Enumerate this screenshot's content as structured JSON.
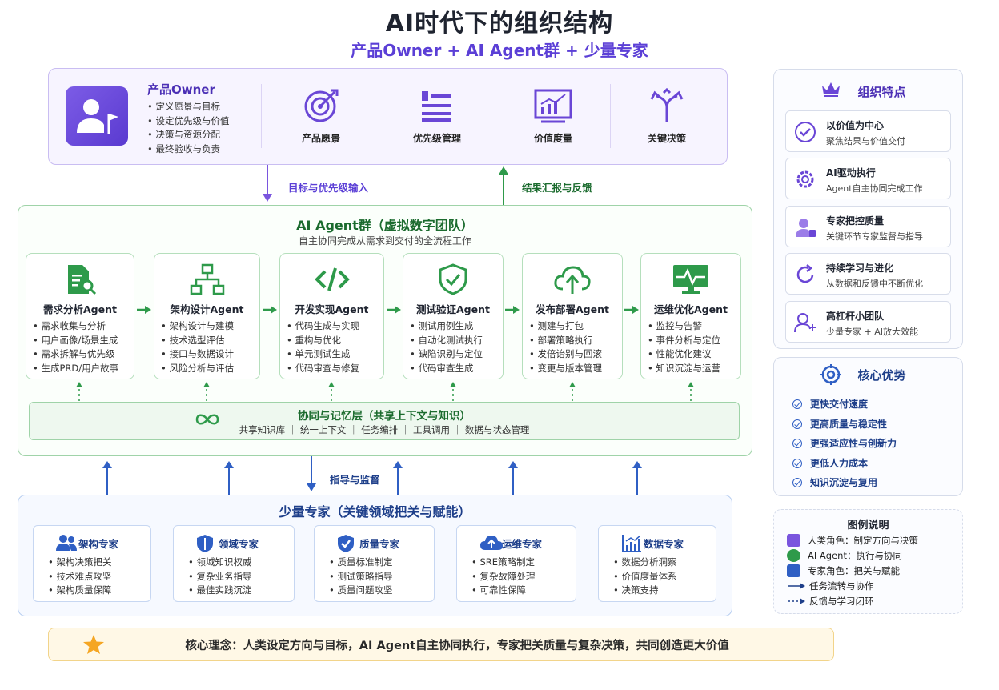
{
  "header": {
    "title": "AI时代下的组织结构",
    "subtitle": "产品Owner + AI Agent群 + 少量专家"
  },
  "owner": {
    "title": "产品Owner",
    "duties": [
      "定义愿景与目标",
      "设定优先级与价值",
      "决策与资源分配",
      "最终验收与负责"
    ],
    "features": [
      {
        "label": "产品愿景",
        "icon": "target-icon"
      },
      {
        "label": "优先级管理",
        "icon": "priority-list-icon"
      },
      {
        "label": "价值度量",
        "icon": "chart-icon"
      },
      {
        "label": "关键决策",
        "icon": "split-arrows-icon"
      }
    ]
  },
  "flows": {
    "down_top": "目标与优先级输入",
    "up_top": "结果汇报与反馈",
    "down_bottom": "指导与监督"
  },
  "agents": {
    "title": "AI Agent群（虚拟数字团队）",
    "subtitle": "自主协同完成从需求到交付的全流程工作",
    "cards": [
      {
        "name": "需求分析Agent",
        "icon": "document-search-icon",
        "items": [
          "需求收集与分析",
          "用户画像/场景生成",
          "需求拆解与优先级",
          "生成PRD/用户故事"
        ]
      },
      {
        "name": "架构设计Agent",
        "icon": "hierarchy-icon",
        "items": [
          "架构设计与建模",
          "技术选型评估",
          "接口与数据设计",
          "风险分析与评估"
        ]
      },
      {
        "name": "开发实现Agent",
        "icon": "code-icon",
        "items": [
          "代码生成与实现",
          "重构与优化",
          "单元测试生成",
          "代码审查与修复"
        ]
      },
      {
        "name": "测试验证Agent",
        "icon": "shield-check-icon",
        "items": [
          "测试用例生成",
          "自动化测试执行",
          "缺陷识别与定位",
          "代码审查生成"
        ]
      },
      {
        "name": "发布部署Agent",
        "icon": "cloud-upload-icon",
        "items": [
          "测建与打包",
          "部署策略执行",
          "发倍诒别与回滚",
          "变更与版本管理"
        ]
      },
      {
        "name": "运维优化Agent",
        "icon": "monitor-pulse-icon",
        "items": [
          "监控与告警",
          "事件分析与定位",
          "性能优化建议",
          "知识沉淀与运营"
        ]
      }
    ],
    "memory": {
      "title": "协同与记忆层（共享上下文与知识）",
      "items": "共享知识库 ｜ 统一上下文 ｜ 任务编排 ｜ 工具调用 ｜ 数据与状态管理"
    }
  },
  "experts": {
    "title": "少量专家（关键领域把关与赋能）",
    "cards": [
      {
        "name": "架构专家",
        "icon": "people-icon",
        "items": [
          "架构决策把关",
          "技术难点攻坚",
          "架构质量保障"
        ]
      },
      {
        "name": "领域专家",
        "icon": "shield-icon",
        "items": [
          "领域知识权威",
          "复杂业务指导",
          "最佳实践沉淀"
        ]
      },
      {
        "name": "质量专家",
        "icon": "shield-check-icon",
        "items": [
          "质量标准制定",
          "测试策略指导",
          "质量问题攻坚"
        ]
      },
      {
        "name": "运维专家",
        "icon": "cloud-icon",
        "items": [
          "SRE策略制定",
          "复杂故障处理",
          "可靠性保障"
        ]
      },
      {
        "name": "数据专家",
        "icon": "bar-chart-icon",
        "items": [
          "数据分析洞察",
          "价值度量体系",
          "决策支持"
        ]
      }
    ]
  },
  "core": {
    "text": "核心理念：人类设定方向与目标，AI Agent自主协同执行，专家把关质量与复杂决策，共同创造更大价值"
  },
  "features_panel": {
    "title": "组织特点",
    "items": [
      {
        "title": "以价值为中心",
        "desc": "聚焦结果与价值交付",
        "icon": "check-circle-icon"
      },
      {
        "title": "AI驱动执行",
        "desc": "Agent自主协同完成工作",
        "icon": "gear-icon"
      },
      {
        "title": "专家把控质量",
        "desc": "关键环节专家监督与指导",
        "icon": "expert-icon"
      },
      {
        "title": "持续学习与进化",
        "desc": "从数据和反馈中不断优化",
        "icon": "refresh-icon"
      },
      {
        "title": "高杠杆小团队",
        "desc": "少量专家 + AI放大效能",
        "icon": "person-plus-icon"
      }
    ]
  },
  "advantages": {
    "title": "核心优势",
    "items": [
      "更快交付速度",
      "更高质量与稳定性",
      "更强适应性与创新力",
      "更低人力成本",
      "知识沉淀与复用"
    ]
  },
  "legend": {
    "title": "图例说明",
    "items": [
      {
        "label": "人类角色：制定方向与决策",
        "color": "#7a55de"
      },
      {
        "label": "AI Agent：执行与协同",
        "color": "#2e9a4a"
      },
      {
        "label": "专家角色：把关与赋能",
        "color": "#2f5fc4"
      },
      {
        "label": "任务流转与协作"
      },
      {
        "label": "反馈与学习闭环"
      }
    ]
  },
  "colors": {
    "owner": "#7a55de",
    "agent": "#2e9a4a",
    "expert": "#2f5fc4",
    "core_bg": "#fff8e6"
  }
}
